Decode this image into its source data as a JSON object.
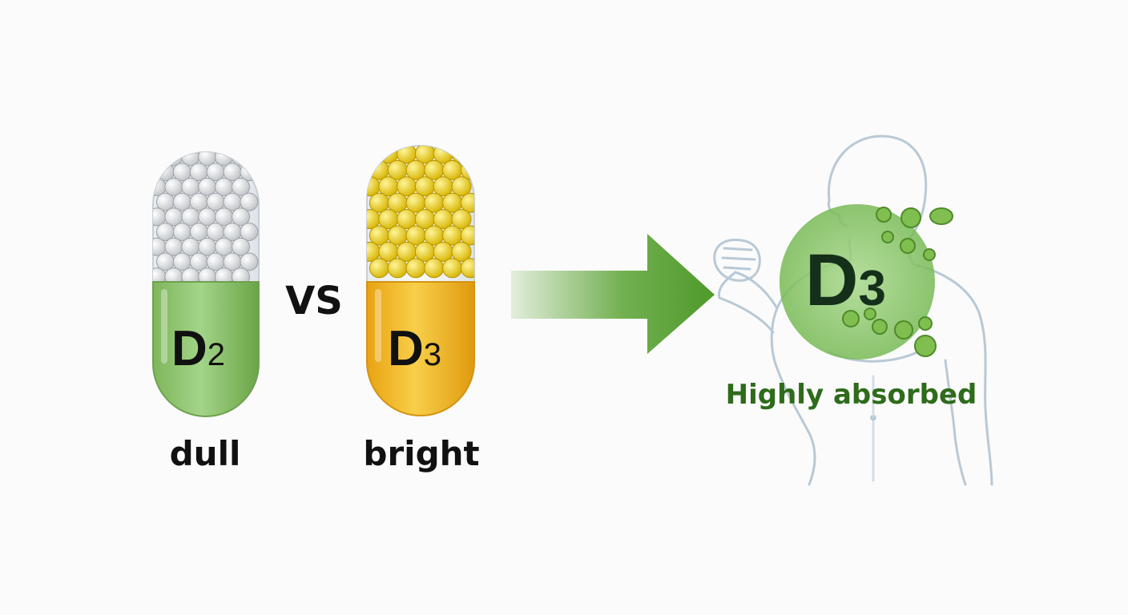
{
  "capsules": [
    {
      "letter": "D",
      "subscript": "2",
      "caption": "dull"
    },
    {
      "letter": "D",
      "subscript": "3",
      "caption": "bright"
    }
  ],
  "versus": "VS",
  "body_badge": {
    "letter": "D",
    "subscript": "3"
  },
  "body_caption": "Highly absorbed",
  "colors": {
    "capsule1_fill": "#8cc16a",
    "capsule2_fill": "#f0b523",
    "arrow": "#5aa232",
    "caption_green": "#2e6b1a",
    "badge_green": "#7ec05a"
  },
  "icons": [
    "white-pellet-icon",
    "yellow-softgel-icon",
    "right-arrow-icon",
    "human-torso-icon"
  ]
}
